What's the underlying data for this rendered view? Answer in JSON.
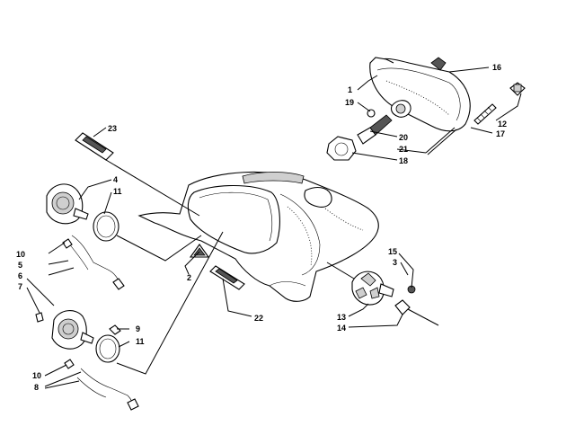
{
  "callouts": {
    "c1": "1",
    "c2": "2",
    "c3": "3",
    "c4": "4",
    "c5": "5",
    "c6": "6",
    "c7": "7",
    "c8": "8",
    "c9": "9",
    "c10a": "10",
    "c10b": "10",
    "c11a": "11",
    "c11b": "11",
    "c12": "12",
    "c13": "13",
    "c14": "14",
    "c15": "15",
    "c16": "16",
    "c17": "17",
    "c18": "18",
    "c19": "19",
    "c20": "20",
    "c21": "21",
    "c22": "22",
    "c23": "23"
  }
}
